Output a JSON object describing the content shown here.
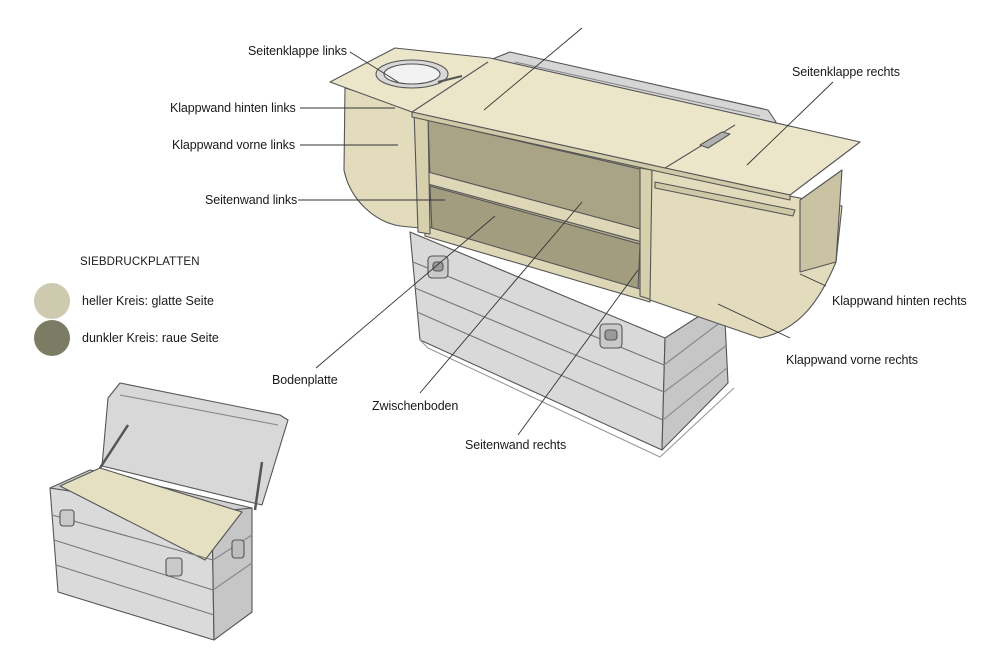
{
  "labels": {
    "seitenklappe_links": "Seitenklappe links",
    "klappwand_hinten_links": "Klappwand hinten links",
    "klappwand_vorne_links": "Klappwand vorne links",
    "seitenwand_links": "Seitenwand links",
    "seitenklappe_rechts": "Seitenklappe rechts",
    "klappwand_hinten_rechts": "Klappwand hinten rechts",
    "klappwand_vorne_rechts": "Klappwand vorne rechts",
    "bodenplatte": "Bodenplatte",
    "zwischenboden": "Zwischenboden",
    "seitenwand_rechts": "Seitenwand rechts"
  },
  "legend": {
    "title": "SIEBDRUCKPLATTEN",
    "items": [
      {
        "label": "heller Kreis: glatte Seite",
        "color": "#cdcab0"
      },
      {
        "label": "dunkler Kreis: raue Seite",
        "color": "#7b7c63"
      }
    ]
  },
  "colors": {
    "wood_light": "#e9e4c6",
    "wood_mid": "#d6d0ad",
    "wood_dark": "#b7b195",
    "metal": "#d4d4d4",
    "metal_dark": "#b9b9b9",
    "outline": "#555555"
  }
}
